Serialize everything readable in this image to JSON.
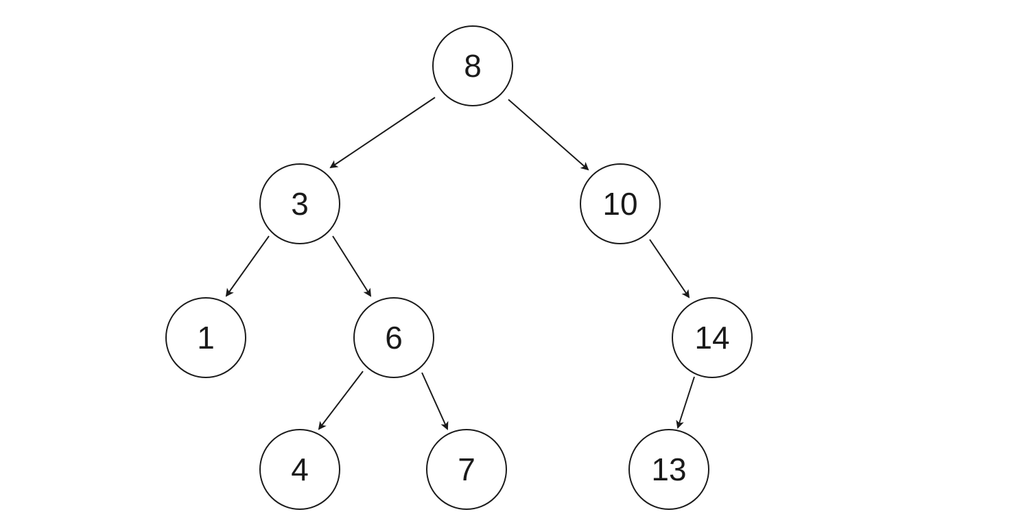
{
  "diagram": {
    "type": "binary-search-tree",
    "nodes": [
      {
        "id": "n8",
        "label": "8"
      },
      {
        "id": "n3",
        "label": "3"
      },
      {
        "id": "n10",
        "label": "10"
      },
      {
        "id": "n1",
        "label": "1"
      },
      {
        "id": "n6",
        "label": "6"
      },
      {
        "id": "n14",
        "label": "14"
      },
      {
        "id": "n4",
        "label": "4"
      },
      {
        "id": "n7",
        "label": "7"
      },
      {
        "id": "n13",
        "label": "13"
      }
    ],
    "edges": [
      {
        "from": "n8",
        "to": "n3"
      },
      {
        "from": "n8",
        "to": "n10"
      },
      {
        "from": "n3",
        "to": "n1"
      },
      {
        "from": "n3",
        "to": "n6"
      },
      {
        "from": "n10",
        "to": "n14"
      },
      {
        "from": "n6",
        "to": "n4"
      },
      {
        "from": "n6",
        "to": "n7"
      },
      {
        "from": "n14",
        "to": "n13"
      }
    ]
  }
}
